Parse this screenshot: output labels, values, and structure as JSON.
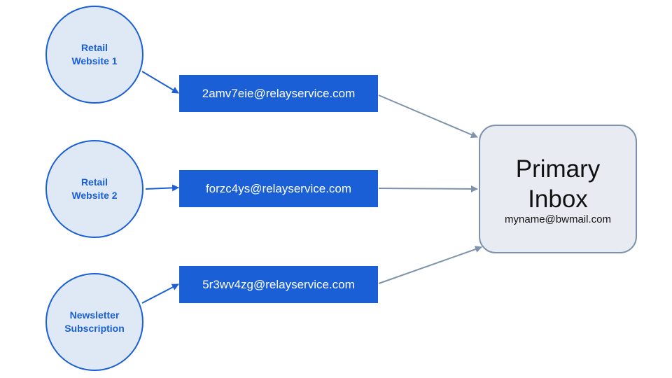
{
  "colors": {
    "accent": "#1a5fd6",
    "circle_fill": "#dfe9f6",
    "inbox_fill": "#e8ecf2",
    "inbox_border": "#7d93ab",
    "gray_arrow": "#7d93ab"
  },
  "sources": [
    {
      "label": "Retail\nWebsite 1"
    },
    {
      "label": "Retail\nWebsite 2"
    },
    {
      "label": "Newsletter\nSubscription"
    }
  ],
  "aliases": [
    {
      "email": "2amv7eie@relayservice.com"
    },
    {
      "email": "forzc4ys@relayservice.com"
    },
    {
      "email": "5r3wv4zg@relayservice.com"
    }
  ],
  "inbox": {
    "title": "Primary\nInbox",
    "email": "myname@bwmail.com"
  }
}
